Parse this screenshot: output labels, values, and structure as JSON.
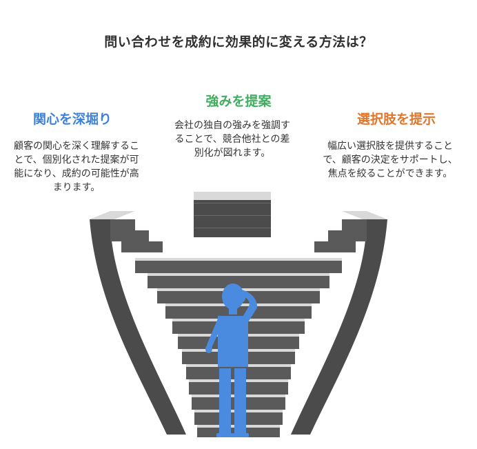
{
  "title": "問い合わせを成約に効果的に変える方法は？",
  "sections": [
    {
      "heading": "関心を深堀り",
      "description": "顧客の関心を深く理解することで、個別化された提案が可能になり、成約の可能性が高まります。"
    },
    {
      "heading": "強みを提案",
      "description": "会社の独自の強みを強調することで、競合他社との差別化が図れます。"
    },
    {
      "heading": "選択肢を提示",
      "description": "幅広い選択肢を提供することで、顧客の決定をサポートし、焦点を絞ることができます。"
    }
  ],
  "colors": {
    "left_heading": "#3d82d6",
    "center_heading": "#3fae5e",
    "right_heading": "#e0762c",
    "stairs": "#5a5a5a",
    "person": "#4a8be0"
  }
}
